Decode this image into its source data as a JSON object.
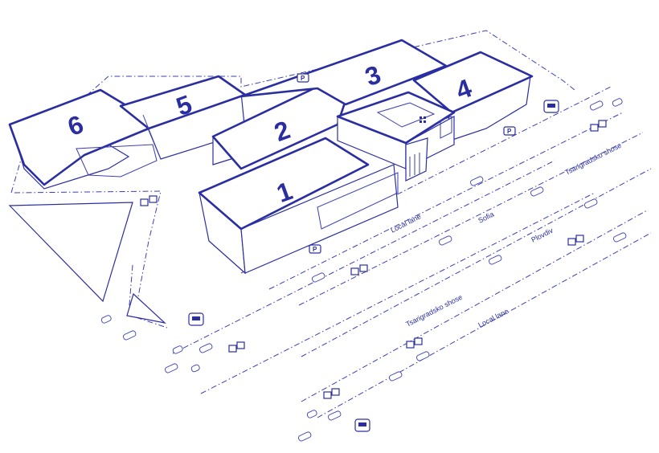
{
  "buildings": [
    {
      "id": "b1",
      "label": "1"
    },
    {
      "id": "b2",
      "label": "2"
    },
    {
      "id": "b3",
      "label": "3"
    },
    {
      "id": "b4",
      "label": "4"
    },
    {
      "id": "b5",
      "label": "5"
    },
    {
      "id": "b6",
      "label": "6"
    }
  ],
  "streets": {
    "local_lane_upper": "Local lane",
    "sofia": "Sofia",
    "tsarigradsko_upper": "Tsarigradsko shose",
    "plovdiv": "Plovdiv",
    "tsarigradsko_lower": "Tsarigradsko shose",
    "local_lane_lower": "Local lane"
  },
  "icons": {
    "parking_glyph": "P",
    "parking_icon": "parking-icon",
    "bus_icon": "bus-icon",
    "car_icon": "car-icon",
    "pedestrian_crossing_icon": "crossing-icon"
  },
  "colors": {
    "ink": "#2a2ea0",
    "line": "#3a3fb5",
    "paper": "#ffffff"
  }
}
